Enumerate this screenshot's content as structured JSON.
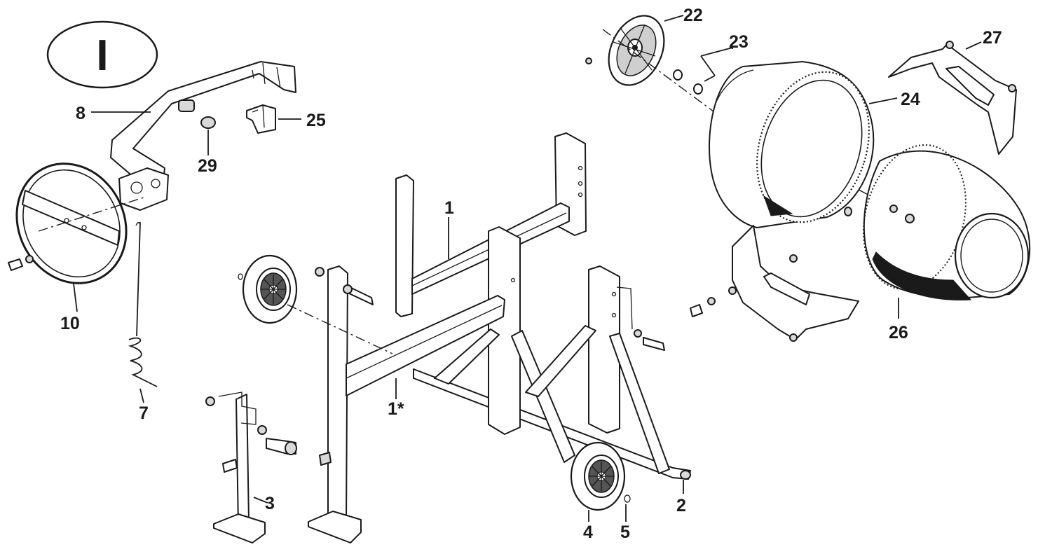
{
  "badge": {
    "text": "I"
  },
  "labels": {
    "p1": "1",
    "p1_star": "1*",
    "p2": "2",
    "p3": "3",
    "p4": "4",
    "p5": "5",
    "p7": "7",
    "p8": "8",
    "p10": "10",
    "p22": "22",
    "p23": "23",
    "p24": "24",
    "p25": "25",
    "p26": "26",
    "p27": "27",
    "p29": "29"
  },
  "colors": {
    "ink": "#1a1a1a",
    "paper": "#ffffff",
    "metal": "#d9d9d9"
  }
}
